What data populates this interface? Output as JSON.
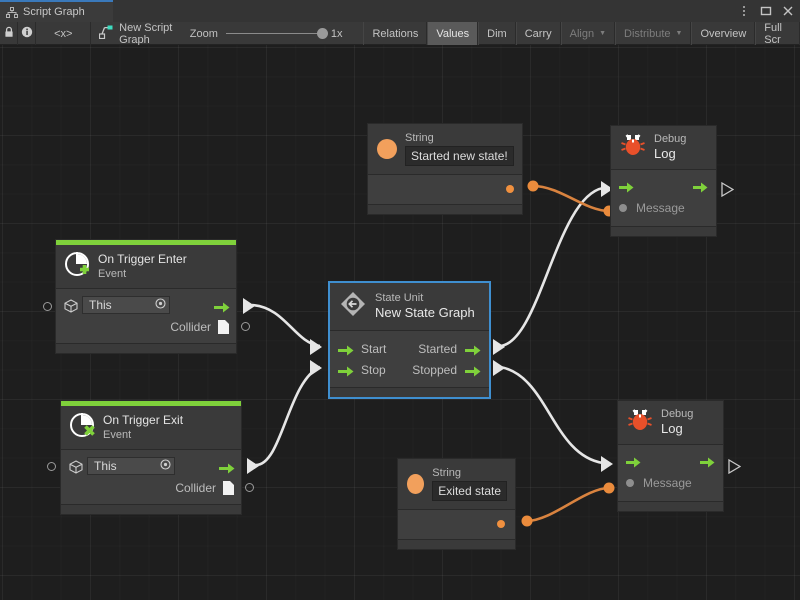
{
  "window": {
    "tab_label": "Script Graph",
    "tab_icon": "graph-icon",
    "controls": [
      {
        "name": "more-options-icon",
        "glyph": "⋮"
      },
      {
        "name": "maximize-icon",
        "glyph": "□"
      },
      {
        "name": "close-icon",
        "glyph": "✕"
      }
    ]
  },
  "toolbar": {
    "lock_icon": "lock-icon",
    "info_icon": "info-icon",
    "code_label": "<x>",
    "graph_name": "New Script Graph",
    "graph_name_icon": "script-graph-icon",
    "zoom_label": "Zoom",
    "zoom_value": "1x",
    "buttons": [
      {
        "label": "Relations",
        "state": "normal"
      },
      {
        "label": "Values",
        "state": "active"
      },
      {
        "label": "Dim",
        "state": "normal"
      },
      {
        "label": "Carry",
        "state": "normal"
      },
      {
        "label": "Align",
        "state": "dim",
        "caret": true
      },
      {
        "label": "Distribute",
        "state": "dim",
        "caret": true
      },
      {
        "label": "Overview",
        "state": "normal"
      },
      {
        "label": "Full Scr",
        "state": "normal"
      }
    ]
  },
  "colors": {
    "accent_blue": "#3a79bb",
    "event_green": "#7fd13b",
    "flow_arrow_green": "#7fd13b",
    "string_orange": "#f2a05c",
    "wire_value_orange": "#d9833f",
    "wire_flow_white": "#e6e6e6",
    "selection_blue": "#3f8fd0",
    "canvas_bg": "#1e1e1e",
    "node_bg": "#3a3a3a",
    "node_body_bg": "#3f3f3f"
  },
  "nodes": [
    {
      "id": "string-enter",
      "type": "string-node",
      "icon": "string-circle-icon",
      "subtitle": "String",
      "value": "Started new state!",
      "output_port": "value-output-port"
    },
    {
      "id": "debug-log-enter",
      "type": "debug-log-node",
      "icon": "bug-icon",
      "subtitle": "Debug",
      "title": "Log",
      "flow_in": "flow-input-port",
      "flow_out": "flow-output-port",
      "value_in_label": "Message"
    },
    {
      "id": "on-trigger-enter",
      "type": "event-node",
      "icon": "on-trigger-enter-icon",
      "title": "On Trigger Enter",
      "subtitle": "Event",
      "target_field_icon": "gameobject-icon",
      "target_value": "This",
      "flow_out": "flow-output-port",
      "data_out_label": "Collider"
    },
    {
      "id": "state-unit",
      "type": "state-unit-node",
      "icon": "state-unit-icon",
      "subtitle": "State Unit",
      "title": "New State Graph",
      "selected": true,
      "inputs": [
        "Start",
        "Stop"
      ],
      "outputs": [
        "Started",
        "Stopped"
      ]
    },
    {
      "id": "on-trigger-exit",
      "type": "event-node",
      "icon": "on-trigger-exit-icon",
      "title": "On Trigger Exit",
      "subtitle": "Event",
      "target_field_icon": "gameobject-icon",
      "target_value": "This",
      "flow_out": "flow-output-port",
      "data_out_label": "Collider"
    },
    {
      "id": "string-exit",
      "type": "string-node",
      "icon": "string-circle-icon",
      "subtitle": "String",
      "value": "Exited state",
      "output_port": "value-output-port"
    },
    {
      "id": "debug-log-exit",
      "type": "debug-log-node",
      "icon": "bug-icon",
      "subtitle": "Debug",
      "title": "Log",
      "flow_in": "flow-input-port",
      "flow_out": "flow-output-port",
      "value_in_label": "Message"
    }
  ],
  "connections": [
    {
      "from": "on-trigger-enter.flow_out",
      "to": "state-unit.Start",
      "kind": "flow"
    },
    {
      "from": "on-trigger-exit.flow_out",
      "to": "state-unit.Stop",
      "kind": "flow"
    },
    {
      "from": "state-unit.Started",
      "to": "debug-log-enter.flow_in",
      "kind": "flow"
    },
    {
      "from": "state-unit.Stopped",
      "to": "debug-log-exit.flow_in",
      "kind": "flow"
    },
    {
      "from": "string-enter.value_out",
      "to": "debug-log-enter.Message",
      "kind": "value"
    },
    {
      "from": "string-exit.value_out",
      "to": "debug-log-exit.Message",
      "kind": "value"
    }
  ]
}
